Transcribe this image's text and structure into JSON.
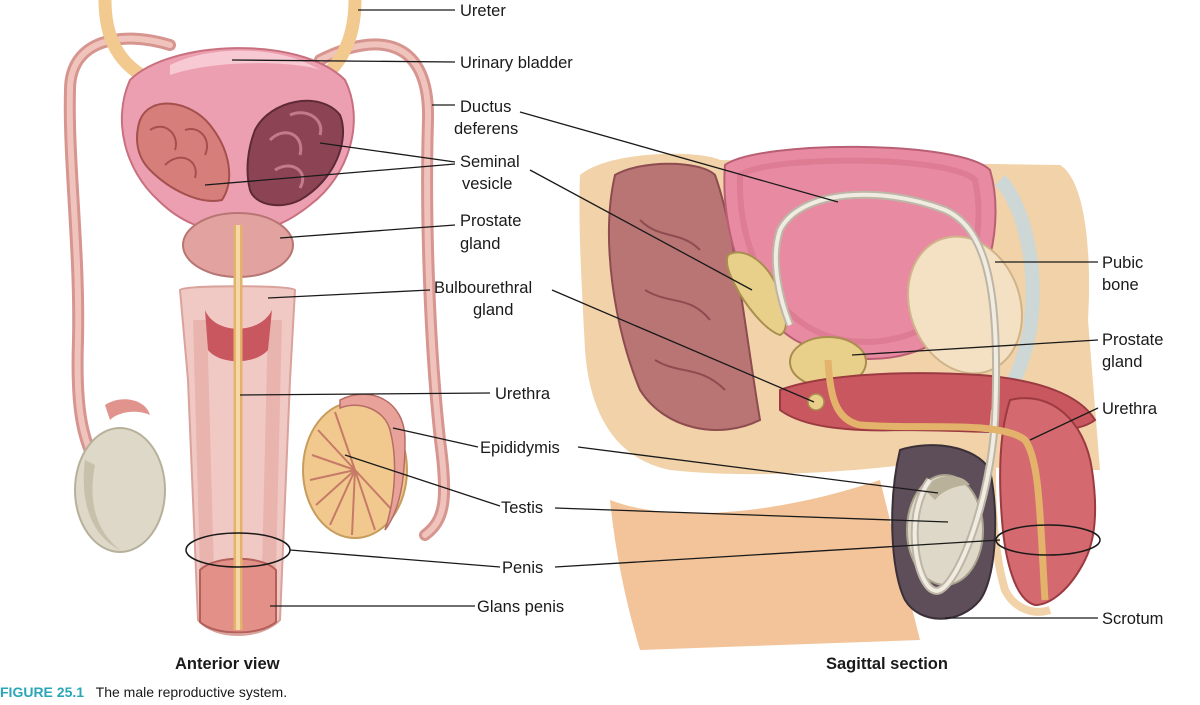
{
  "labels": {
    "ureter": "Ureter",
    "urinary_bladder": "Urinary bladder",
    "ductus_1": "Ductus",
    "ductus_2": "deferens",
    "seminal_1": "Seminal",
    "seminal_2": "vesicle",
    "prostate_1": "Prostate",
    "prostate_2": "gland",
    "bulbo_1": "Bulbourethral",
    "bulbo_2": "gland",
    "urethra": "Urethra",
    "epididymis": "Epididymis",
    "testis": "Testis",
    "penis": "Penis",
    "glans": "Glans penis",
    "pubic_1": "Pubic",
    "pubic_2": "bone",
    "prostate_r1": "Prostate",
    "prostate_r2": "gland",
    "urethra_r": "Urethra",
    "scrotum": "Scrotum"
  },
  "views": {
    "anterior": "Anterior view",
    "sagittal": "Sagittal section"
  },
  "caption": {
    "figure": "FIGURE 25.1",
    "text": "The male reproductive system."
  },
  "colors": {
    "ureter": "#f2c98e",
    "bladder": "#ec9fb0",
    "bladder_inner": "#e98aa3",
    "duct": "#d9a7a4",
    "penis_skin": "#f1c9c4",
    "testis": "#ddd8c7",
    "tissue": "#f1d2a9",
    "scrotum": "#5d4e59",
    "muscle": "#c9575f"
  }
}
